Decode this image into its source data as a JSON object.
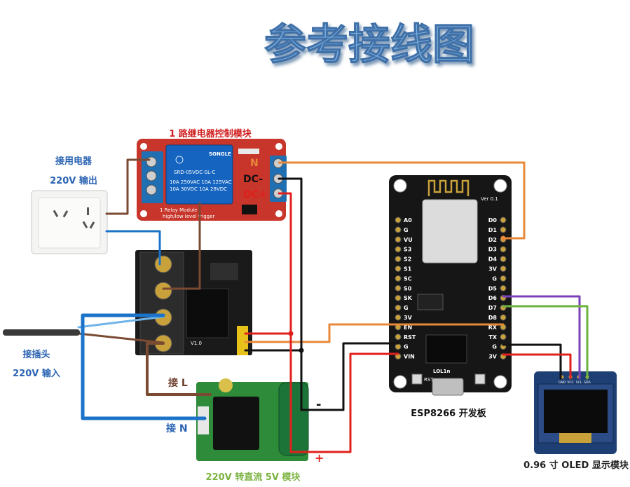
{
  "title": "参考接线图",
  "relay": {
    "caption": "1 路继电器控制模块",
    "brand": "SONGLE",
    "model": "SRD-05VDC-SL-C",
    "rating1": "10A 250VAC 10A 125VAC",
    "rating2": "10A 30VDC 10A 28VDC",
    "board_label": "1 Relay  Module",
    "trigger": "high/low  level trigger",
    "pins": {
      "n": "N",
      "dc_minus": "DC-",
      "dc_plus": "DC+"
    }
  },
  "socket": {
    "label1": "接用电器",
    "label2": "220V 输出"
  },
  "plug": {
    "label1": "接插头",
    "label2": "220V 输入"
  },
  "ac_board": {
    "version": "V1.0"
  },
  "wiring": {
    "live": "接 L",
    "neutral": "接 N"
  },
  "power_module": {
    "caption": "220V 转直流 5V 模块",
    "minus": "-",
    "plus": "+"
  },
  "esp": {
    "caption": "ESP8266 开发板",
    "version": "Ver 0.1",
    "brand": "LOL1n",
    "rst": "RST",
    "left_pins": [
      "A0",
      "G",
      "VU",
      "S3",
      "S2",
      "S1",
      "SC",
      "S0",
      "SK",
      "G",
      "3V",
      "EN",
      "RST",
      "G",
      "VIN"
    ],
    "right_pins": [
      "D0",
      "D1",
      "D2",
      "D3",
      "D4",
      "3V",
      "G",
      "D5",
      "D6",
      "D7",
      "D8",
      "RX",
      "TX",
      "G",
      "3V"
    ]
  },
  "oled": {
    "caption": "0.96 寸 OLED 显示模块",
    "pins": [
      "GND",
      "VCC",
      "SCL",
      "SDA"
    ]
  },
  "colors": {
    "title": "#7db1e0",
    "orange": "#e8893a",
    "brown": "#7a4a32",
    "blue": "#1a73c9",
    "lightblue": "#6fb3e8",
    "black": "#111111",
    "red": "#e0201c",
    "purple": "#7b3fb8",
    "green": "#6cb33f"
  }
}
